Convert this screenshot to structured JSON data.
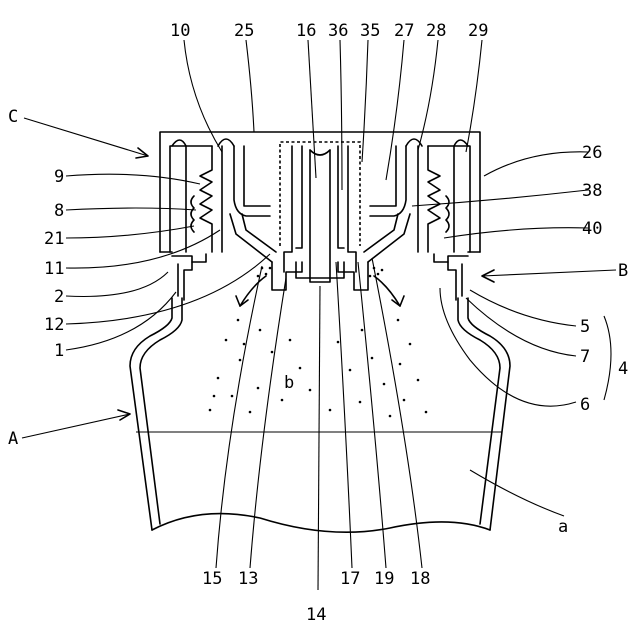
{
  "figure": {
    "labels": {
      "n10": "10",
      "n25": "25",
      "n16": "16",
      "n36": "36",
      "n35": "35",
      "n27": "27",
      "n28": "28",
      "n29": "29",
      "C": "C",
      "n26": "26",
      "n9": "9",
      "n38": "38",
      "n8": "8",
      "n21": "21",
      "n40": "40",
      "n11": "11",
      "B": "B",
      "n2": "2",
      "n5": "5",
      "n12": "12",
      "n7": "7",
      "n4": "4",
      "n1": "1",
      "b": "b",
      "n6": "6",
      "A": "A",
      "a": "a",
      "n15": "15",
      "n13": "13",
      "n17": "17",
      "n19": "19",
      "n18": "18",
      "n14": "14"
    }
  }
}
